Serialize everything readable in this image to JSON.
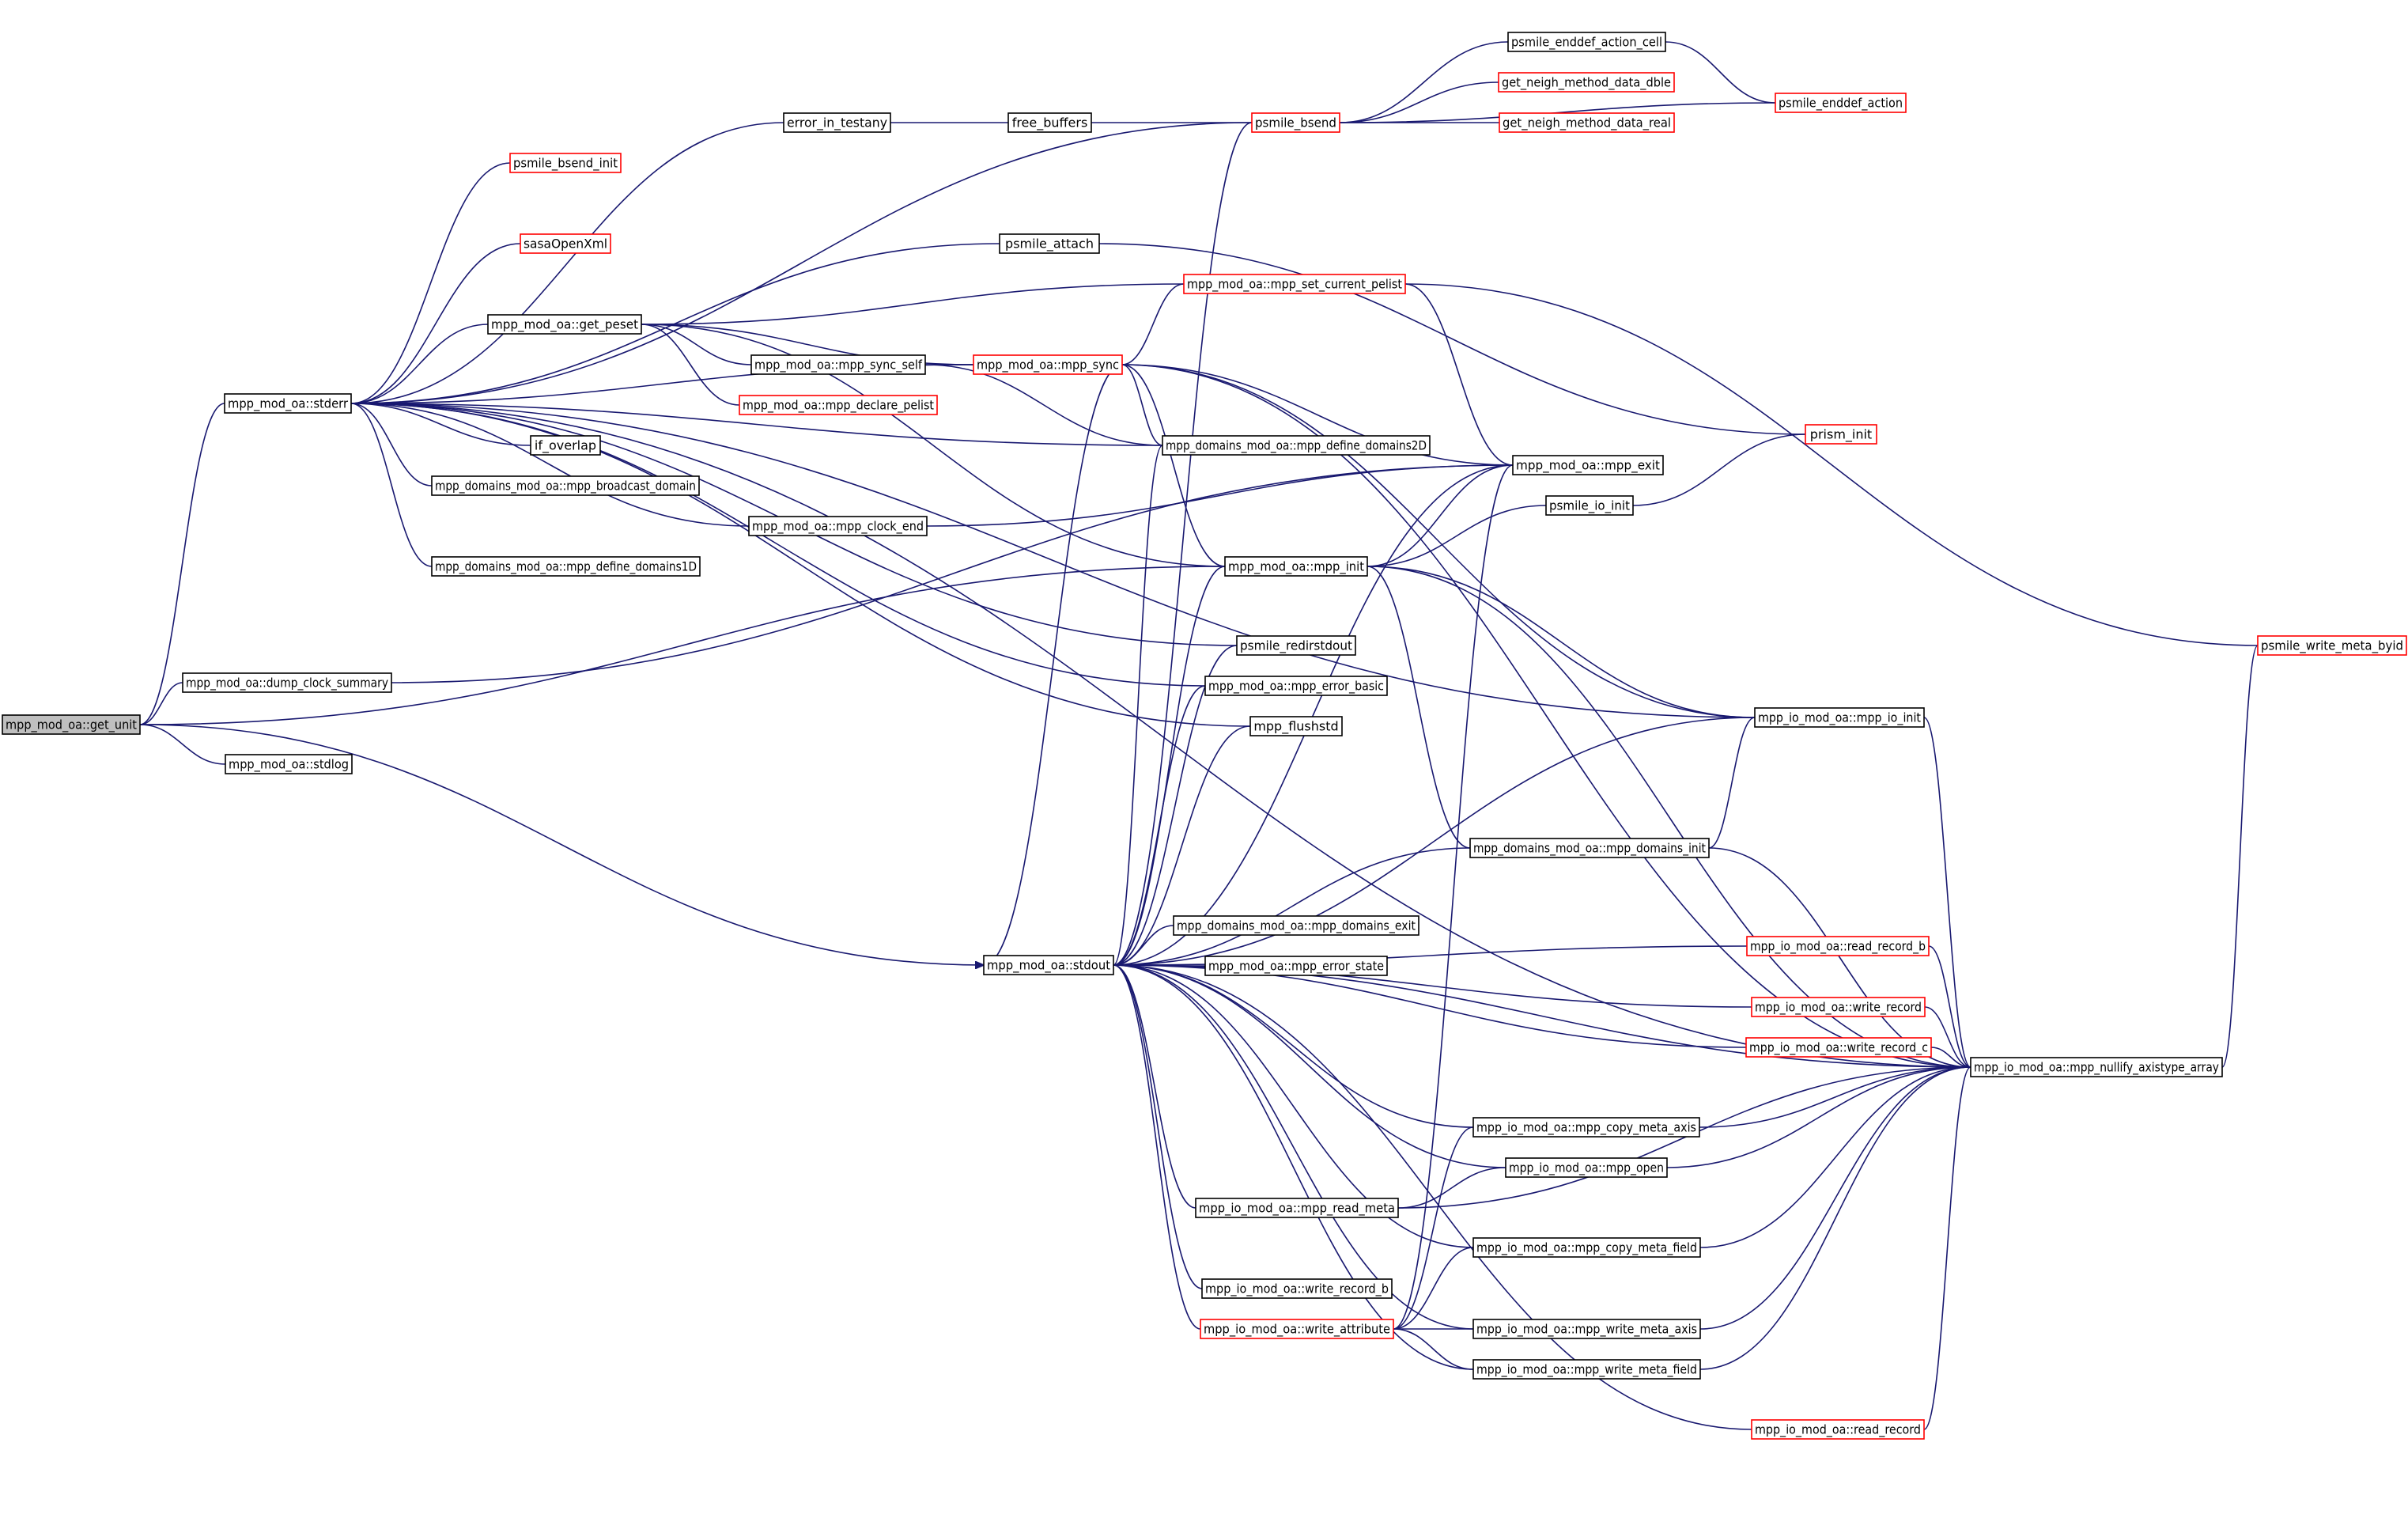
{
  "graph": {
    "colors": {
      "edge": "#191970",
      "node_border": "#000000",
      "node_border_incomplete": "#ff0000",
      "root_fill": "#bfbfbf",
      "background": "#ffffff"
    },
    "nodes": [
      {
        "id": "get_unit",
        "label": "mpp_mod_oa::get_unit",
        "style": "root"
      },
      {
        "id": "stderr",
        "label": "mpp_mod_oa::stderr",
        "style": "normal"
      },
      {
        "id": "dump_clock_summary",
        "label": "mpp_mod_oa::dump_clock_summary",
        "style": "normal"
      },
      {
        "id": "stdlog",
        "label": "mpp_mod_oa::stdlog",
        "style": "normal"
      },
      {
        "id": "stdout",
        "label": "mpp_mod_oa::stdout",
        "style": "normal"
      },
      {
        "id": "error_in_testany",
        "label": "error_in_testany",
        "style": "normal"
      },
      {
        "id": "free_buffers",
        "label": "free_buffers",
        "style": "normal"
      },
      {
        "id": "psmile_bsend",
        "label": "psmile_bsend",
        "style": "red"
      },
      {
        "id": "psmile_enddef_action_cell",
        "label": "psmile_enddef_action_cell",
        "style": "normal"
      },
      {
        "id": "get_neigh_method_data_dble",
        "label": "get_neigh_method_data_dble",
        "style": "red"
      },
      {
        "id": "get_neigh_method_data_real",
        "label": "get_neigh_method_data_real",
        "style": "red"
      },
      {
        "id": "psmile_enddef_action",
        "label": "psmile_enddef_action",
        "style": "red"
      },
      {
        "id": "psmile_bsend_init",
        "label": "psmile_bsend_init",
        "style": "red"
      },
      {
        "id": "sasaOpenXml",
        "label": "sasaOpenXml",
        "style": "red"
      },
      {
        "id": "psmile_attach",
        "label": "psmile_attach",
        "style": "normal"
      },
      {
        "id": "get_peset",
        "label": "mpp_mod_oa::get_peset",
        "style": "normal"
      },
      {
        "id": "mpp_set_current_pelist",
        "label": "mpp_mod_oa::mpp_set_current_pelist",
        "style": "red"
      },
      {
        "id": "mpp_sync_self",
        "label": "mpp_mod_oa::mpp_sync_self",
        "style": "normal"
      },
      {
        "id": "mpp_sync",
        "label": "mpp_mod_oa::mpp_sync",
        "style": "red"
      },
      {
        "id": "mpp_declare_pelist",
        "label": "mpp_mod_oa::mpp_declare_pelist",
        "style": "red"
      },
      {
        "id": "if_overlap",
        "label": "if_overlap",
        "style": "normal"
      },
      {
        "id": "mpp_define_domains2D",
        "label": "mpp_domains_mod_oa::mpp_define_domains2D",
        "style": "normal"
      },
      {
        "id": "mpp_broadcast_domain",
        "label": "mpp_domains_mod_oa::mpp_broadcast_domain",
        "style": "normal"
      },
      {
        "id": "mpp_exit",
        "label": "mpp_mod_oa::mpp_exit",
        "style": "normal"
      },
      {
        "id": "prism_init",
        "label": "prism_init",
        "style": "red"
      },
      {
        "id": "mpp_clock_end",
        "label": "mpp_mod_oa::mpp_clock_end",
        "style": "normal"
      },
      {
        "id": "psmile_io_init",
        "label": "psmile_io_init",
        "style": "normal"
      },
      {
        "id": "mpp_define_domains1D",
        "label": "mpp_domains_mod_oa::mpp_define_domains1D",
        "style": "normal"
      },
      {
        "id": "mpp_init",
        "label": "mpp_mod_oa::mpp_init",
        "style": "normal"
      },
      {
        "id": "psmile_redirstdout",
        "label": "psmile_redirstdout",
        "style": "normal"
      },
      {
        "id": "psmile_write_meta_byid",
        "label": "psmile_write_meta_byid",
        "style": "red"
      },
      {
        "id": "mpp_error_basic",
        "label": "mpp_mod_oa::mpp_error_basic",
        "style": "normal"
      },
      {
        "id": "mpp_io_init",
        "label": "mpp_io_mod_oa::mpp_io_init",
        "style": "normal"
      },
      {
        "id": "mpp_flushstd",
        "label": "mpp_flushstd",
        "style": "normal"
      },
      {
        "id": "mpp_domains_init",
        "label": "mpp_domains_mod_oa::mpp_domains_init",
        "style": "normal"
      },
      {
        "id": "mpp_domains_exit",
        "label": "mpp_domains_mod_oa::mpp_domains_exit",
        "style": "normal"
      },
      {
        "id": "read_record_b",
        "label": "mpp_io_mod_oa::read_record_b",
        "style": "red"
      },
      {
        "id": "mpp_error_state",
        "label": "mpp_mod_oa::mpp_error_state",
        "style": "normal"
      },
      {
        "id": "write_record",
        "label": "mpp_io_mod_oa::write_record",
        "style": "red"
      },
      {
        "id": "write_record_c",
        "label": "mpp_io_mod_oa::write_record_c",
        "style": "red"
      },
      {
        "id": "mpp_nullify_axistype_array",
        "label": "mpp_io_mod_oa::mpp_nullify_axistype_array",
        "style": "normal"
      },
      {
        "id": "mpp_copy_meta_axis",
        "label": "mpp_io_mod_oa::mpp_copy_meta_axis",
        "style": "normal"
      },
      {
        "id": "mpp_open",
        "label": "mpp_io_mod_oa::mpp_open",
        "style": "normal"
      },
      {
        "id": "mpp_read_meta",
        "label": "mpp_io_mod_oa::mpp_read_meta",
        "style": "normal"
      },
      {
        "id": "mpp_copy_meta_field",
        "label": "mpp_io_mod_oa::mpp_copy_meta_field",
        "style": "normal"
      },
      {
        "id": "write_record_b",
        "label": "mpp_io_mod_oa::write_record_b",
        "style": "normal"
      },
      {
        "id": "write_attribute",
        "label": "mpp_io_mod_oa::write_attribute",
        "style": "red"
      },
      {
        "id": "mpp_write_meta_axis",
        "label": "mpp_io_mod_oa::mpp_write_meta_axis",
        "style": "normal"
      },
      {
        "id": "mpp_write_meta_field",
        "label": "mpp_io_mod_oa::mpp_write_meta_field",
        "style": "normal"
      },
      {
        "id": "read_record",
        "label": "mpp_io_mod_oa::read_record",
        "style": "red"
      }
    ],
    "edges": [
      [
        "get_unit",
        "stderr"
      ],
      [
        "get_unit",
        "dump_clock_summary"
      ],
      [
        "get_unit",
        "stdlog"
      ],
      [
        "get_unit",
        "stdout"
      ],
      [
        "get_unit",
        "mpp_init"
      ],
      [
        "stderr",
        "error_in_testany"
      ],
      [
        "stderr",
        "psmile_bsend"
      ],
      [
        "stderr",
        "psmile_bsend_init"
      ],
      [
        "stderr",
        "sasaOpenXml"
      ],
      [
        "stderr",
        "psmile_attach"
      ],
      [
        "stderr",
        "get_peset"
      ],
      [
        "stderr",
        "mpp_sync"
      ],
      [
        "stderr",
        "if_overlap"
      ],
      [
        "stderr",
        "mpp_broadcast_domain"
      ],
      [
        "stderr",
        "mpp_define_domains1D"
      ],
      [
        "stderr",
        "mpp_define_domains2D"
      ],
      [
        "stderr",
        "mpp_clock_end"
      ],
      [
        "stderr",
        "psmile_redirstdout"
      ],
      [
        "stderr",
        "mpp_error_basic"
      ],
      [
        "stderr",
        "mpp_flushstd"
      ],
      [
        "stderr",
        "mpp_io_init"
      ],
      [
        "stderr",
        "mpp_nullify_axistype_array"
      ],
      [
        "error_in_testany",
        "free_buffers"
      ],
      [
        "free_buffers",
        "psmile_bsend"
      ],
      [
        "psmile_bsend",
        "psmile_enddef_action_cell"
      ],
      [
        "psmile_bsend",
        "get_neigh_method_data_dble"
      ],
      [
        "psmile_bsend",
        "get_neigh_method_data_real"
      ],
      [
        "psmile_bsend",
        "psmile_enddef_action"
      ],
      [
        "psmile_enddef_action_cell",
        "psmile_enddef_action"
      ],
      [
        "psmile_attach",
        "prism_init"
      ],
      [
        "get_peset",
        "mpp_set_current_pelist"
      ],
      [
        "get_peset",
        "mpp_sync_self"
      ],
      [
        "get_peset",
        "mpp_sync"
      ],
      [
        "get_peset",
        "mpp_declare_pelist"
      ],
      [
        "get_peset",
        "mpp_init"
      ],
      [
        "mpp_sync_self",
        "mpp_sync"
      ],
      [
        "mpp_sync_self",
        "mpp_define_domains2D"
      ],
      [
        "mpp_sync",
        "mpp_set_current_pelist"
      ],
      [
        "mpp_sync",
        "mpp_define_domains2D"
      ],
      [
        "mpp_sync",
        "mpp_exit"
      ],
      [
        "mpp_sync",
        "mpp_init"
      ],
      [
        "mpp_sync",
        "mpp_io_init"
      ],
      [
        "mpp_sync",
        "mpp_nullify_axistype_array"
      ],
      [
        "mpp_set_current_pelist",
        "psmile_write_meta_byid"
      ],
      [
        "mpp_set_current_pelist",
        "mpp_exit"
      ],
      [
        "mpp_clock_end",
        "mpp_exit"
      ],
      [
        "dump_clock_summary",
        "mpp_exit"
      ],
      [
        "psmile_io_init",
        "prism_init"
      ],
      [
        "mpp_init",
        "psmile_io_init"
      ],
      [
        "mpp_init",
        "mpp_exit"
      ],
      [
        "mpp_init",
        "mpp_domains_init"
      ],
      [
        "mpp_init",
        "mpp_io_init"
      ],
      [
        "mpp_init",
        "mpp_nullify_axistype_array"
      ],
      [
        "mpp_io_init",
        "mpp_nullify_axistype_array"
      ],
      [
        "mpp_domains_init",
        "mpp_io_init"
      ],
      [
        "mpp_domains_init",
        "mpp_nullify_axistype_array"
      ],
      [
        "read_record_b",
        "mpp_nullify_axistype_array"
      ],
      [
        "write_record",
        "mpp_nullify_axistype_array"
      ],
      [
        "write_record_c",
        "mpp_nullify_axistype_array"
      ],
      [
        "mpp_copy_meta_axis",
        "mpp_nullify_axistype_array"
      ],
      [
        "mpp_open",
        "mpp_nullify_axistype_array"
      ],
      [
        "mpp_read_meta",
        "mpp_nullify_axistype_array"
      ],
      [
        "mpp_copy_meta_field",
        "mpp_nullify_axistype_array"
      ],
      [
        "mpp_write_meta_axis",
        "mpp_nullify_axistype_array"
      ],
      [
        "mpp_write_meta_field",
        "mpp_nullify_axistype_array"
      ],
      [
        "read_record",
        "mpp_nullify_axistype_array"
      ],
      [
        "psmile_write_meta_byid",
        "mpp_nullify_axistype_array"
      ],
      [
        "mpp_read_meta",
        "mpp_open"
      ],
      [
        "write_attribute",
        "mpp_copy_meta_axis"
      ],
      [
        "write_attribute",
        "mpp_copy_meta_field"
      ],
      [
        "write_attribute",
        "mpp_write_meta_axis"
      ],
      [
        "write_attribute",
        "mpp_write_meta_field"
      ],
      [
        "write_attribute",
        "mpp_exit"
      ],
      [
        "stdout",
        "psmile_bsend"
      ],
      [
        "stdout",
        "mpp_sync"
      ],
      [
        "stdout",
        "mpp_define_domains2D"
      ],
      [
        "stdout",
        "mpp_exit"
      ],
      [
        "stdout",
        "mpp_init"
      ],
      [
        "stdout",
        "psmile_redirstdout"
      ],
      [
        "stdout",
        "mpp_error_basic"
      ],
      [
        "stdout",
        "mpp_flushstd"
      ],
      [
        "stdout",
        "mpp_io_init"
      ],
      [
        "stdout",
        "mpp_domains_init"
      ],
      [
        "stdout",
        "mpp_domains_exit"
      ],
      [
        "stdout",
        "mpp_error_state"
      ],
      [
        "stdout",
        "read_record_b"
      ],
      [
        "stdout",
        "write_record"
      ],
      [
        "stdout",
        "write_record_c"
      ],
      [
        "stdout",
        "mpp_nullify_axistype_array"
      ],
      [
        "stdout",
        "mpp_copy_meta_axis"
      ],
      [
        "stdout",
        "mpp_open"
      ],
      [
        "stdout",
        "mpp_read_meta"
      ],
      [
        "stdout",
        "mpp_copy_meta_field"
      ],
      [
        "stdout",
        "write_record_b"
      ],
      [
        "stdout",
        "write_attribute"
      ],
      [
        "stdout",
        "mpp_write_meta_axis"
      ],
      [
        "stdout",
        "mpp_write_meta_field"
      ],
      [
        "stdout",
        "read_record"
      ]
    ]
  }
}
